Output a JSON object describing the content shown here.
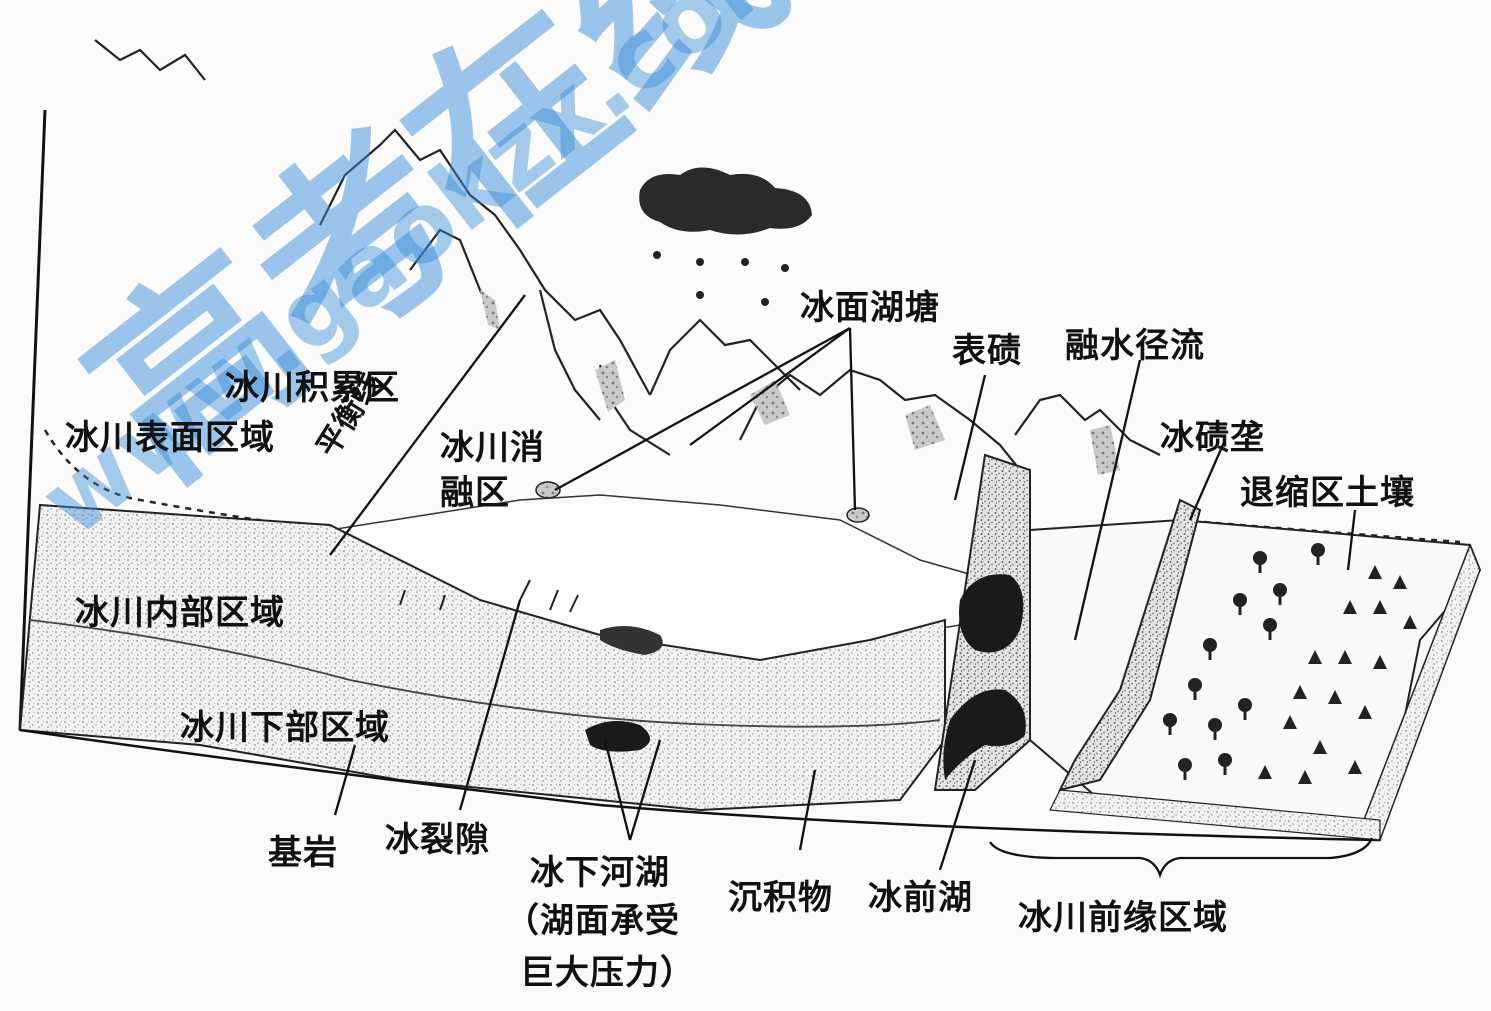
{
  "labels": {
    "accumulation_zone": "冰川积累区",
    "surface_zone": "冰川表面区域",
    "equilibrium_line": "平衡线",
    "ablation_zone_line1": "冰川消",
    "ablation_zone_line2": "融区",
    "supraglacial_lake": "冰面湖塘",
    "surface_debris": "表碛",
    "meltwater_runoff": "融水径流",
    "moraine_ridge": "冰碛垄",
    "retreat_soil": "退缩区土壤",
    "englacial_zone": "冰川内部区域",
    "subglacial_zone": "冰川下部区域",
    "bedrock": "基岩",
    "crevasse": "冰裂隙",
    "subglacial_lake_line1": "冰下河湖",
    "subglacial_lake_line2": "（湖面承受",
    "subglacial_lake_line3": "巨大压力）",
    "sediment": "沉积物",
    "proglacial_lake": "冰前湖",
    "glacier_forefield": "冰川前缘区域"
  },
  "watermark": {
    "text": "高考在线",
    "url": "www.gaokzx.com",
    "color": "#3b8fd8"
  },
  "colors": {
    "ink": "#111111",
    "stipple": "#9a9a9a",
    "dark_water": "#1a1a1a"
  }
}
